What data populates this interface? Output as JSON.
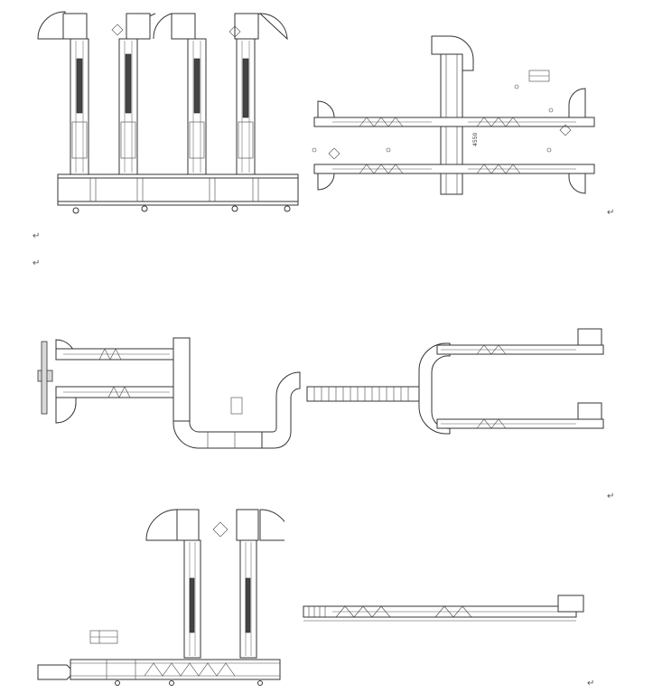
{
  "marks": {
    "paragraph_mark": "↵"
  },
  "drawings": {
    "top_left": {
      "description_icon": "conveyor-layout-four-vertical-lines"
    },
    "top_right": {
      "dimension_text": "4550"
    },
    "middle_left": {
      "description_icon": "conveyor-layout-two-lines-with-u-bend"
    },
    "middle_right": {
      "description_icon": "conveyor-layout-two-lines-with-curve"
    },
    "bottom_left": {
      "description_icon": "conveyor-layout-two-vertical-lines"
    },
    "bottom_right": {
      "description_icon": "conveyor-layout-single-line"
    }
  }
}
